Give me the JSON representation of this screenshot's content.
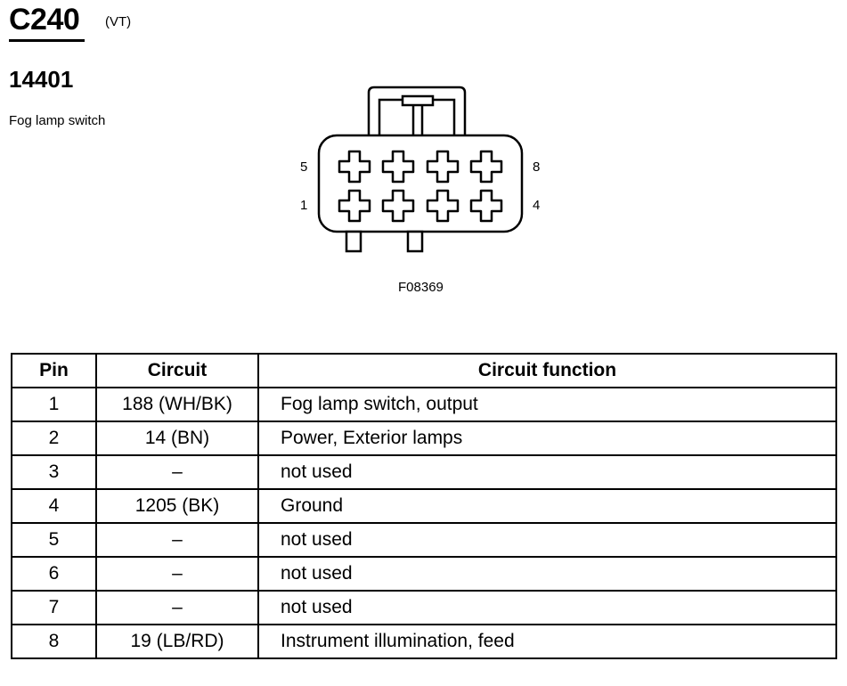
{
  "header": {
    "connector_id": "C240",
    "variant": "(VT)",
    "part_number": "14401",
    "component_name": "Fog lamp switch"
  },
  "diagram": {
    "pin_labels": {
      "top_left": "5",
      "top_right": "8",
      "bottom_left": "1",
      "bottom_right": "4"
    },
    "figure_code": "F08369"
  },
  "table": {
    "headers": {
      "pin": "Pin",
      "circuit": "Circuit",
      "function": "Circuit function"
    },
    "rows": [
      {
        "pin": "1",
        "circuit": "188 (WH/BK)",
        "function": "Fog lamp switch, output"
      },
      {
        "pin": "2",
        "circuit": "14 (BN)",
        "function": "Power, Exterior lamps"
      },
      {
        "pin": "3",
        "circuit": "–",
        "function": "not used"
      },
      {
        "pin": "4",
        "circuit": "1205 (BK)",
        "function": "Ground"
      },
      {
        "pin": "5",
        "circuit": "–",
        "function": "not used"
      },
      {
        "pin": "6",
        "circuit": "–",
        "function": "not used"
      },
      {
        "pin": "7",
        "circuit": "–",
        "function": "not used"
      },
      {
        "pin": "8",
        "circuit": "19 (LB/RD)",
        "function": "Instrument illumination, feed"
      }
    ]
  }
}
